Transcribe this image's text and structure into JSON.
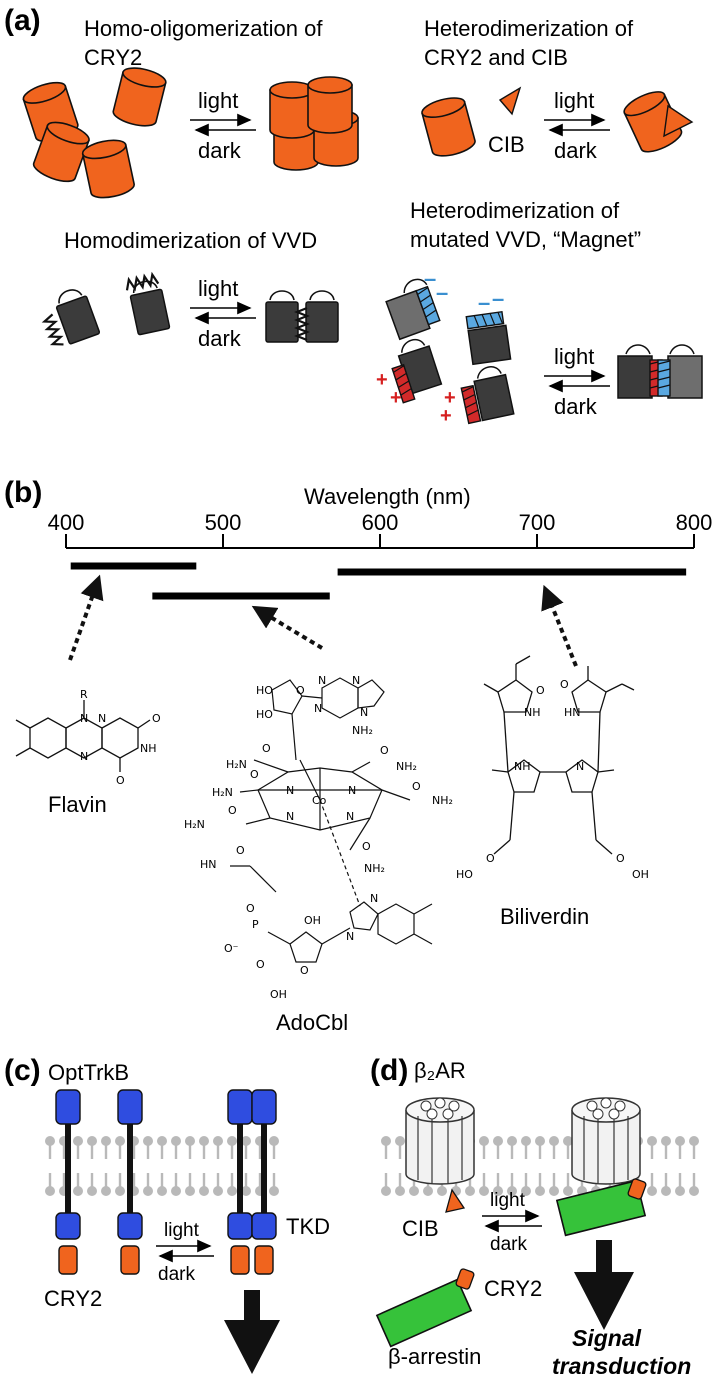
{
  "panels": {
    "a": {
      "label": "(a)",
      "cry2_homo_title": [
        "Homo-oligomerization of",
        "CRY2"
      ],
      "cry2_cib_title": [
        "Heterodimerization of",
        "CRY2 and CIB"
      ],
      "cib_label": "CIB",
      "vvd_title": "Homodimerization of VVD",
      "magnet_title": [
        "Heterodimerization of",
        "mutated VVD, “Magnet”"
      ],
      "light": "light",
      "dark": "dark",
      "plus": "+",
      "minus": "–"
    },
    "b": {
      "label": "(b)",
      "axis_title": "Wavelength (nm)",
      "ticks": [
        "400",
        "500",
        "600",
        "700",
        "800"
      ],
      "tick_values": [
        400,
        500,
        600,
        700,
        800
      ],
      "ranges": [
        {
          "from": 403,
          "to": 483
        },
        {
          "from": 455,
          "to": 568
        },
        {
          "from": 573,
          "to": 795
        }
      ],
      "flavin": {
        "name": "Flavin",
        "atoms": [
          "R",
          "N",
          "N",
          "O",
          "NH",
          "N",
          "O"
        ]
      },
      "adocbl": {
        "name": "AdoCbl",
        "atoms": [
          "HO",
          "HO",
          "O",
          "N",
          "N",
          "N",
          "N",
          "NH₂",
          "H₂N",
          "O",
          "O",
          "NH₂",
          "H₂N",
          "O",
          "N",
          "Co",
          "N",
          "H₂N",
          "N",
          "N",
          "O",
          "NH₂",
          "O",
          "HN",
          "O",
          "NH₂",
          "O",
          "P",
          "O⁻",
          "O",
          "O",
          "OH",
          "N",
          "N",
          "O",
          "OH"
        ]
      },
      "biliverdin": {
        "name": "Biliverdin",
        "atoms": [
          "O",
          "O",
          "NH",
          "HN",
          "NH",
          "N",
          "HO",
          "O",
          "O",
          "OH"
        ]
      }
    },
    "c": {
      "label": "(c)",
      "opttrkb": "OptTrkB",
      "cry2": "CRY2",
      "tkd": "TKD",
      "light": "light",
      "dark": "dark"
    },
    "d": {
      "label": "(d)",
      "receptor": "β₂AR",
      "cib": "CIB",
      "cry2": "CRY2",
      "arrestin": "β-arrestin",
      "signal": [
        "Signal",
        "transduction"
      ],
      "light": "light",
      "dark": "dark"
    }
  },
  "colors": {
    "cry2_orange": "#f0641e",
    "vvd_dark": "#3b3b3b",
    "magnet_minus_gray": "#6e6e6e",
    "magnet_blue": "#5aa8e0",
    "magnet_red": "#d22a2a",
    "trkb_blue": "#2f4de0",
    "arrestin_green": "#36c23a",
    "membrane_gray": "#b9b9b9"
  }
}
